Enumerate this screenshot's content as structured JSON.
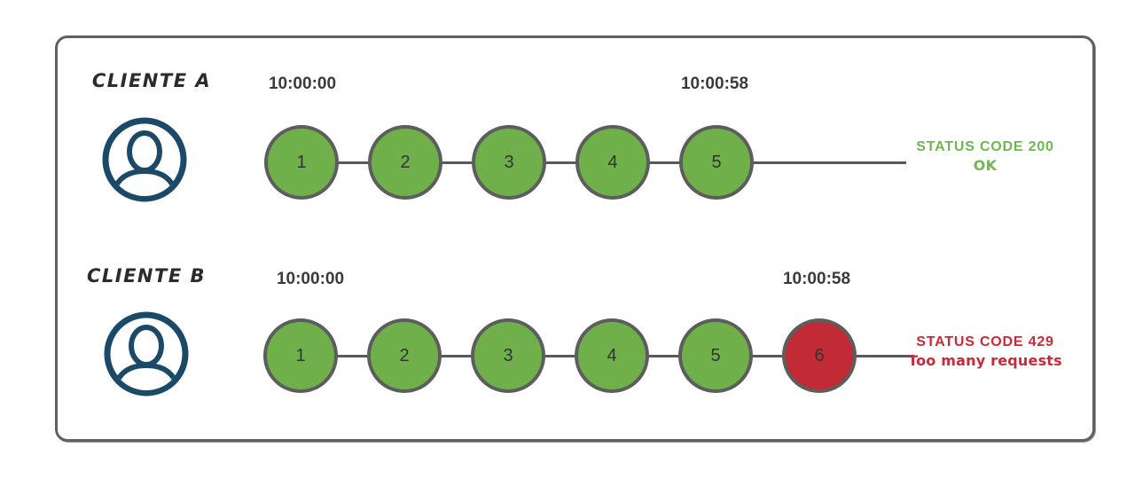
{
  "colors": {
    "success_fill": "#6fb04a",
    "error_fill": "#c22a35",
    "success_text": "#6fb750",
    "error_text": "#cc2936",
    "circle_border": "#5d5d5d",
    "line": "#595959",
    "frame_border": "#606060",
    "icon_blue": "#1a4a68",
    "label_text": "#2b2b2b",
    "timestamp_text": "#3a3a3a",
    "number_text": "#333333"
  },
  "rows": [
    {
      "client": "CLIENTE A",
      "start_time": "10:00:00",
      "end_time": "10:00:58",
      "requests": [
        {
          "label": "1",
          "state": "success"
        },
        {
          "label": "2",
          "state": "success"
        },
        {
          "label": "3",
          "state": "success"
        },
        {
          "label": "4",
          "state": "success"
        },
        {
          "label": "5",
          "state": "success"
        }
      ],
      "status_code_label": "STATUS CODE 200",
      "status_message": "OK",
      "status_state": "success"
    },
    {
      "client": "CLIENTE B",
      "start_time": "10:00:00",
      "end_time": "10:00:58",
      "requests": [
        {
          "label": "1",
          "state": "success"
        },
        {
          "label": "2",
          "state": "success"
        },
        {
          "label": "3",
          "state": "success"
        },
        {
          "label": "4",
          "state": "success"
        },
        {
          "label": "5",
          "state": "success"
        },
        {
          "label": "6",
          "state": "error"
        }
      ],
      "status_code_label": "STATUS CODE 429",
      "status_message": "Too many requests",
      "status_state": "error"
    }
  ]
}
